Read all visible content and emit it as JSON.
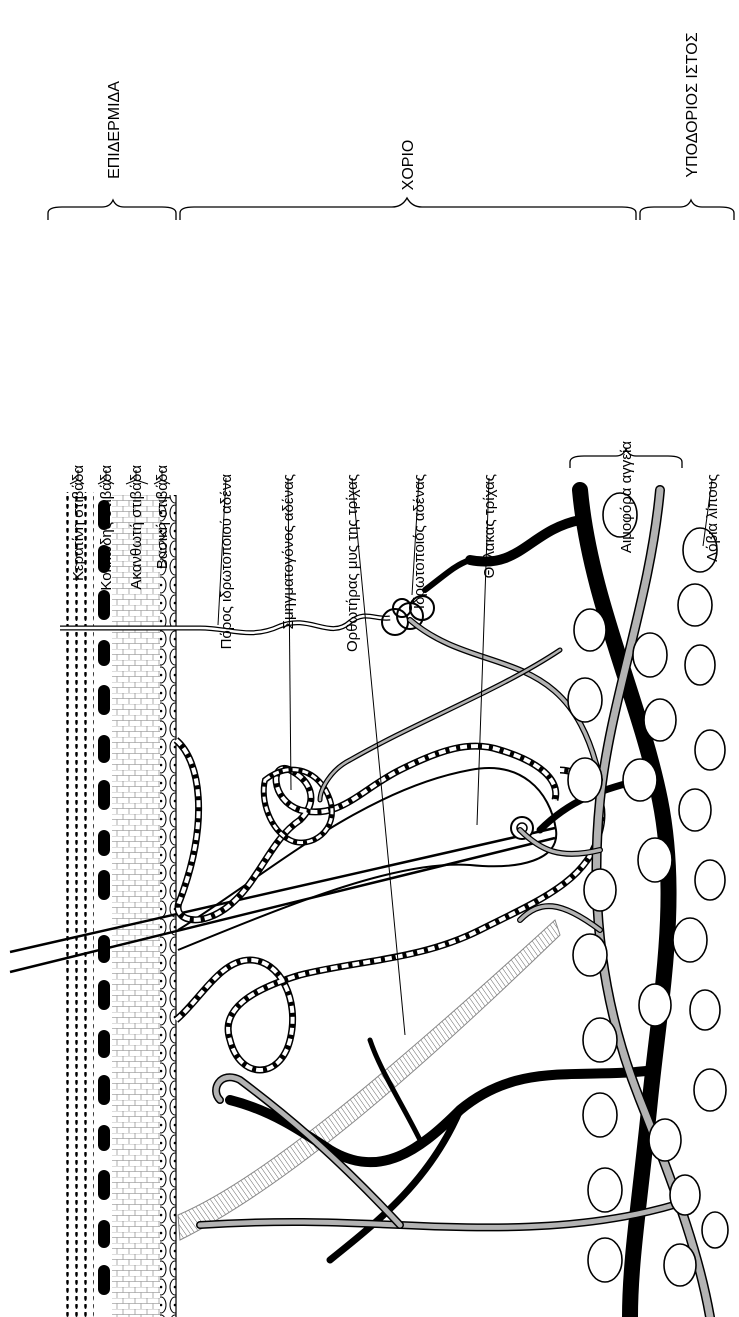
{
  "regions": {
    "epidermis": "ΕΠΙΔΕΡΜΙΔΑ",
    "dermis": "ΧΟΡΙΟ",
    "hypodermis": "ΥΠΟΔΟΡΙΟΣ ΙΣΤΟΣ"
  },
  "layers": {
    "keratin": "Κερατίνη στιβάδα",
    "granular": "Κοκκώδης στιβάδα",
    "spinous": "Ακανθωτή στιβάδα",
    "basal": "Βασική στιβάδα"
  },
  "structures": {
    "sweat_duct": "Πόρος ιδρωτοποιού αδένα",
    "sebaceous_gland": "Σμηγματογόνος αδένας",
    "arrector_pili": "Ορθωτήρας μυς της τρίχας",
    "sweat_gland": "Ιδρωτοποιός αδένας",
    "hair_follicle": "Θύλακας τρίχας",
    "blood_vessels": "Αιμοφόρα αγγεία",
    "fat_lobules": "Λόβια λίπους"
  },
  "colors": {
    "ink": "#000000",
    "vessel_light": "#b3b3b3",
    "muscle": "#8a8a8a",
    "background": "#ffffff"
  }
}
